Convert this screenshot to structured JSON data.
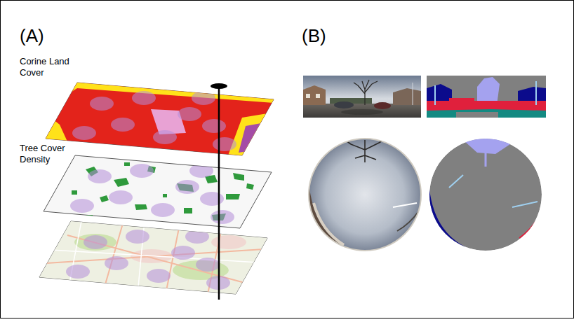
{
  "diagram": {
    "labels": [
      "(A)",
      "(B)",
      "Corine Land Cover",
      "Tree Cover Density"
    ]
  }
}
